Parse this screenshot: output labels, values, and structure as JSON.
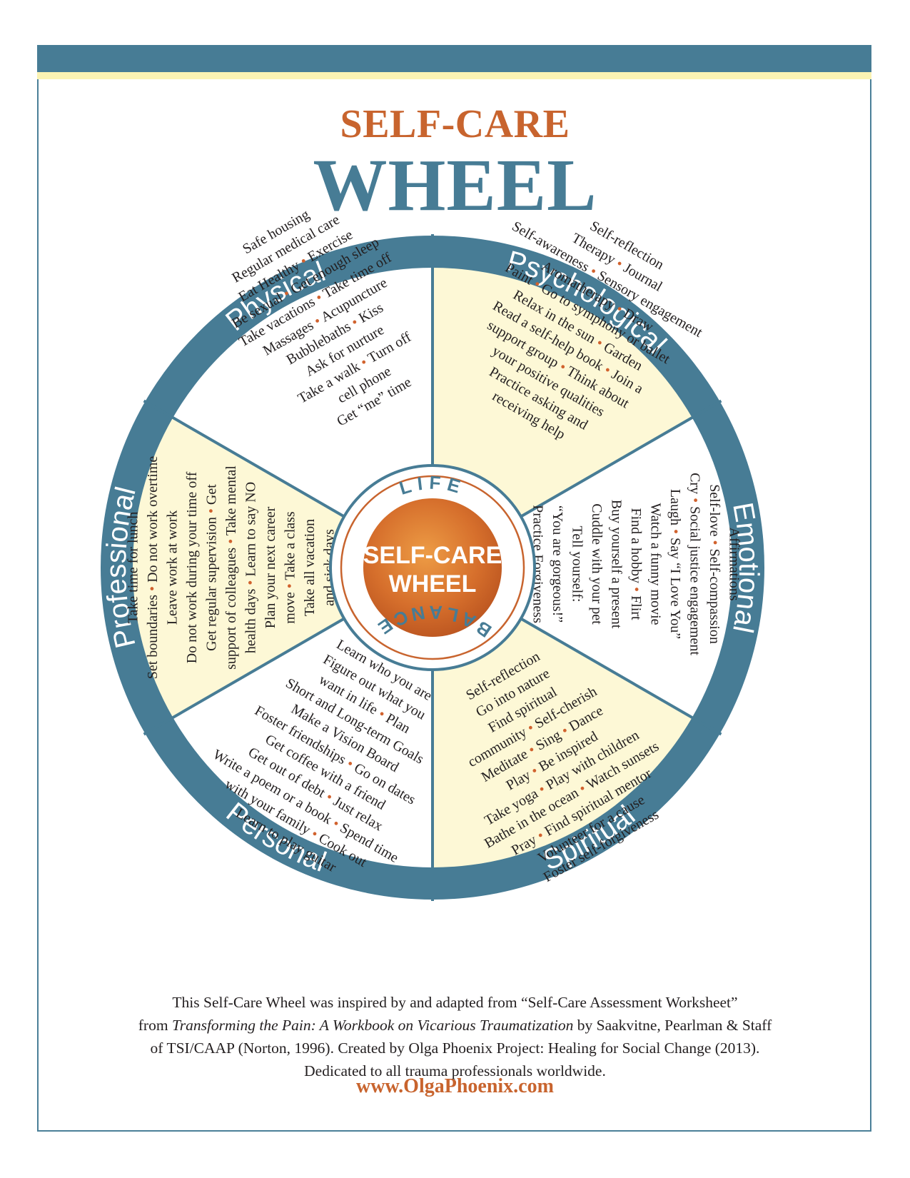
{
  "title": {
    "line1": "SELF-CARE",
    "line2": "WHEEL"
  },
  "colors": {
    "blue": "#477c95",
    "orange": "#c8642e",
    "cream": "#fdf8d6",
    "white": "#ffffff"
  },
  "center": {
    "line1": "SELF-CARE",
    "line2": "WHEEL",
    "top_word": "LIFE",
    "bottom_word": "BALANCE"
  },
  "segments": [
    {
      "key": "physical",
      "label": "Physical",
      "fill": "#ffffff",
      "lines": [
        "Safe housing",
        "Regular medical care",
        "Eat Healthy • Exercise",
        "Be sexual • Get enough sleep",
        "Take vacations • Take time off",
        "Massages • Acupuncture",
        "Bubblebaths • Kiss",
        "Ask for nurture",
        "Take a walk • Turn off",
        "cell phone",
        "Get “me” time"
      ]
    },
    {
      "key": "psychological",
      "label": "Psychological",
      "fill": "#fdf8d6",
      "lines": [
        "Self-reflection",
        "Therapy • Journal",
        "Self-awareness • Sensory engagement",
        "Aromatherapy • Draw",
        "Paint • Go to symphony or ballet",
        "Relax in the sun • Garden",
        "Read a self-help book • Join a",
        "support group • Think about",
        "your positive qualities",
        "Practice asking and",
        "receiving help"
      ]
    },
    {
      "key": "emotional",
      "label": "Emotional",
      "fill": "#ffffff",
      "lines": [
        "Affirmations",
        "Self-love • Self-compassion",
        "Cry • Social justice engagement",
        "Laugh • Say “I Love You”",
        "Watch a funny movie",
        "Find a hobby • Flirt",
        "Buy yourself a present",
        "Cuddle with your pet",
        "Tell yourself:",
        "“You are gorgeous!”",
        "Practice Forgiveness"
      ]
    },
    {
      "key": "spiritual",
      "label": "Spiritual",
      "fill": "#fdf8d6",
      "lines": [
        "Self-reflection",
        "Go into nature",
        "Find spiritual",
        "community • Self-cherish",
        "Meditate • Sing • Dance",
        "Play • Be inspired",
        "Take yoga • Play with children",
        "Bathe in the ocean • Watch sunsets",
        "Pray • Find spiritual mentor",
        "Volunteer for a cause",
        "Foster self-forgiveness"
      ]
    },
    {
      "key": "personal",
      "label": "Personal",
      "fill": "#ffffff",
      "lines": [
        "Learn who you are",
        "Figure out what you",
        "want in life • Plan",
        "Short and Long-term Goals",
        "Make a Vision Board",
        "Foster friendships • Go on dates",
        "Get coffee with a friend",
        "Get out of debt • Just relax",
        "Write a poem or a book • Spend time",
        "with your family • Cook out",
        "Learn to play guitar"
      ]
    },
    {
      "key": "professional",
      "label": "Professional",
      "fill": "#fdf8d6",
      "lines": [
        "Take time for lunch",
        "Set boundaries • Do not work overtime",
        "Leave work at work",
        "Do not work during your time off",
        "Get regular supervision • Get",
        "support of colleagues • Take mental",
        "health days • Learn to say NO",
        "Plan your next career",
        "move • Take a class",
        "Take all vacation",
        "and sick days"
      ]
    }
  ],
  "footer": {
    "line1": "This Self-Care Wheel was inspired by and adapted from “Self-Care Assessment Worksheet”",
    "line2_pre": "from ",
    "line2_italic": "Transforming the Pain: A Workbook on Vicarious Traumatization",
    "line2_post": " by Saakvitne, Pearlman & Staff",
    "line3": "of TSI/CAAP (Norton, 1996). Created by Olga Phoenix Project: Healing for Social Change (2013).",
    "line4": "Dedicated to all trauma professionals worldwide.",
    "url": "www.OlgaPhoenix.com"
  }
}
